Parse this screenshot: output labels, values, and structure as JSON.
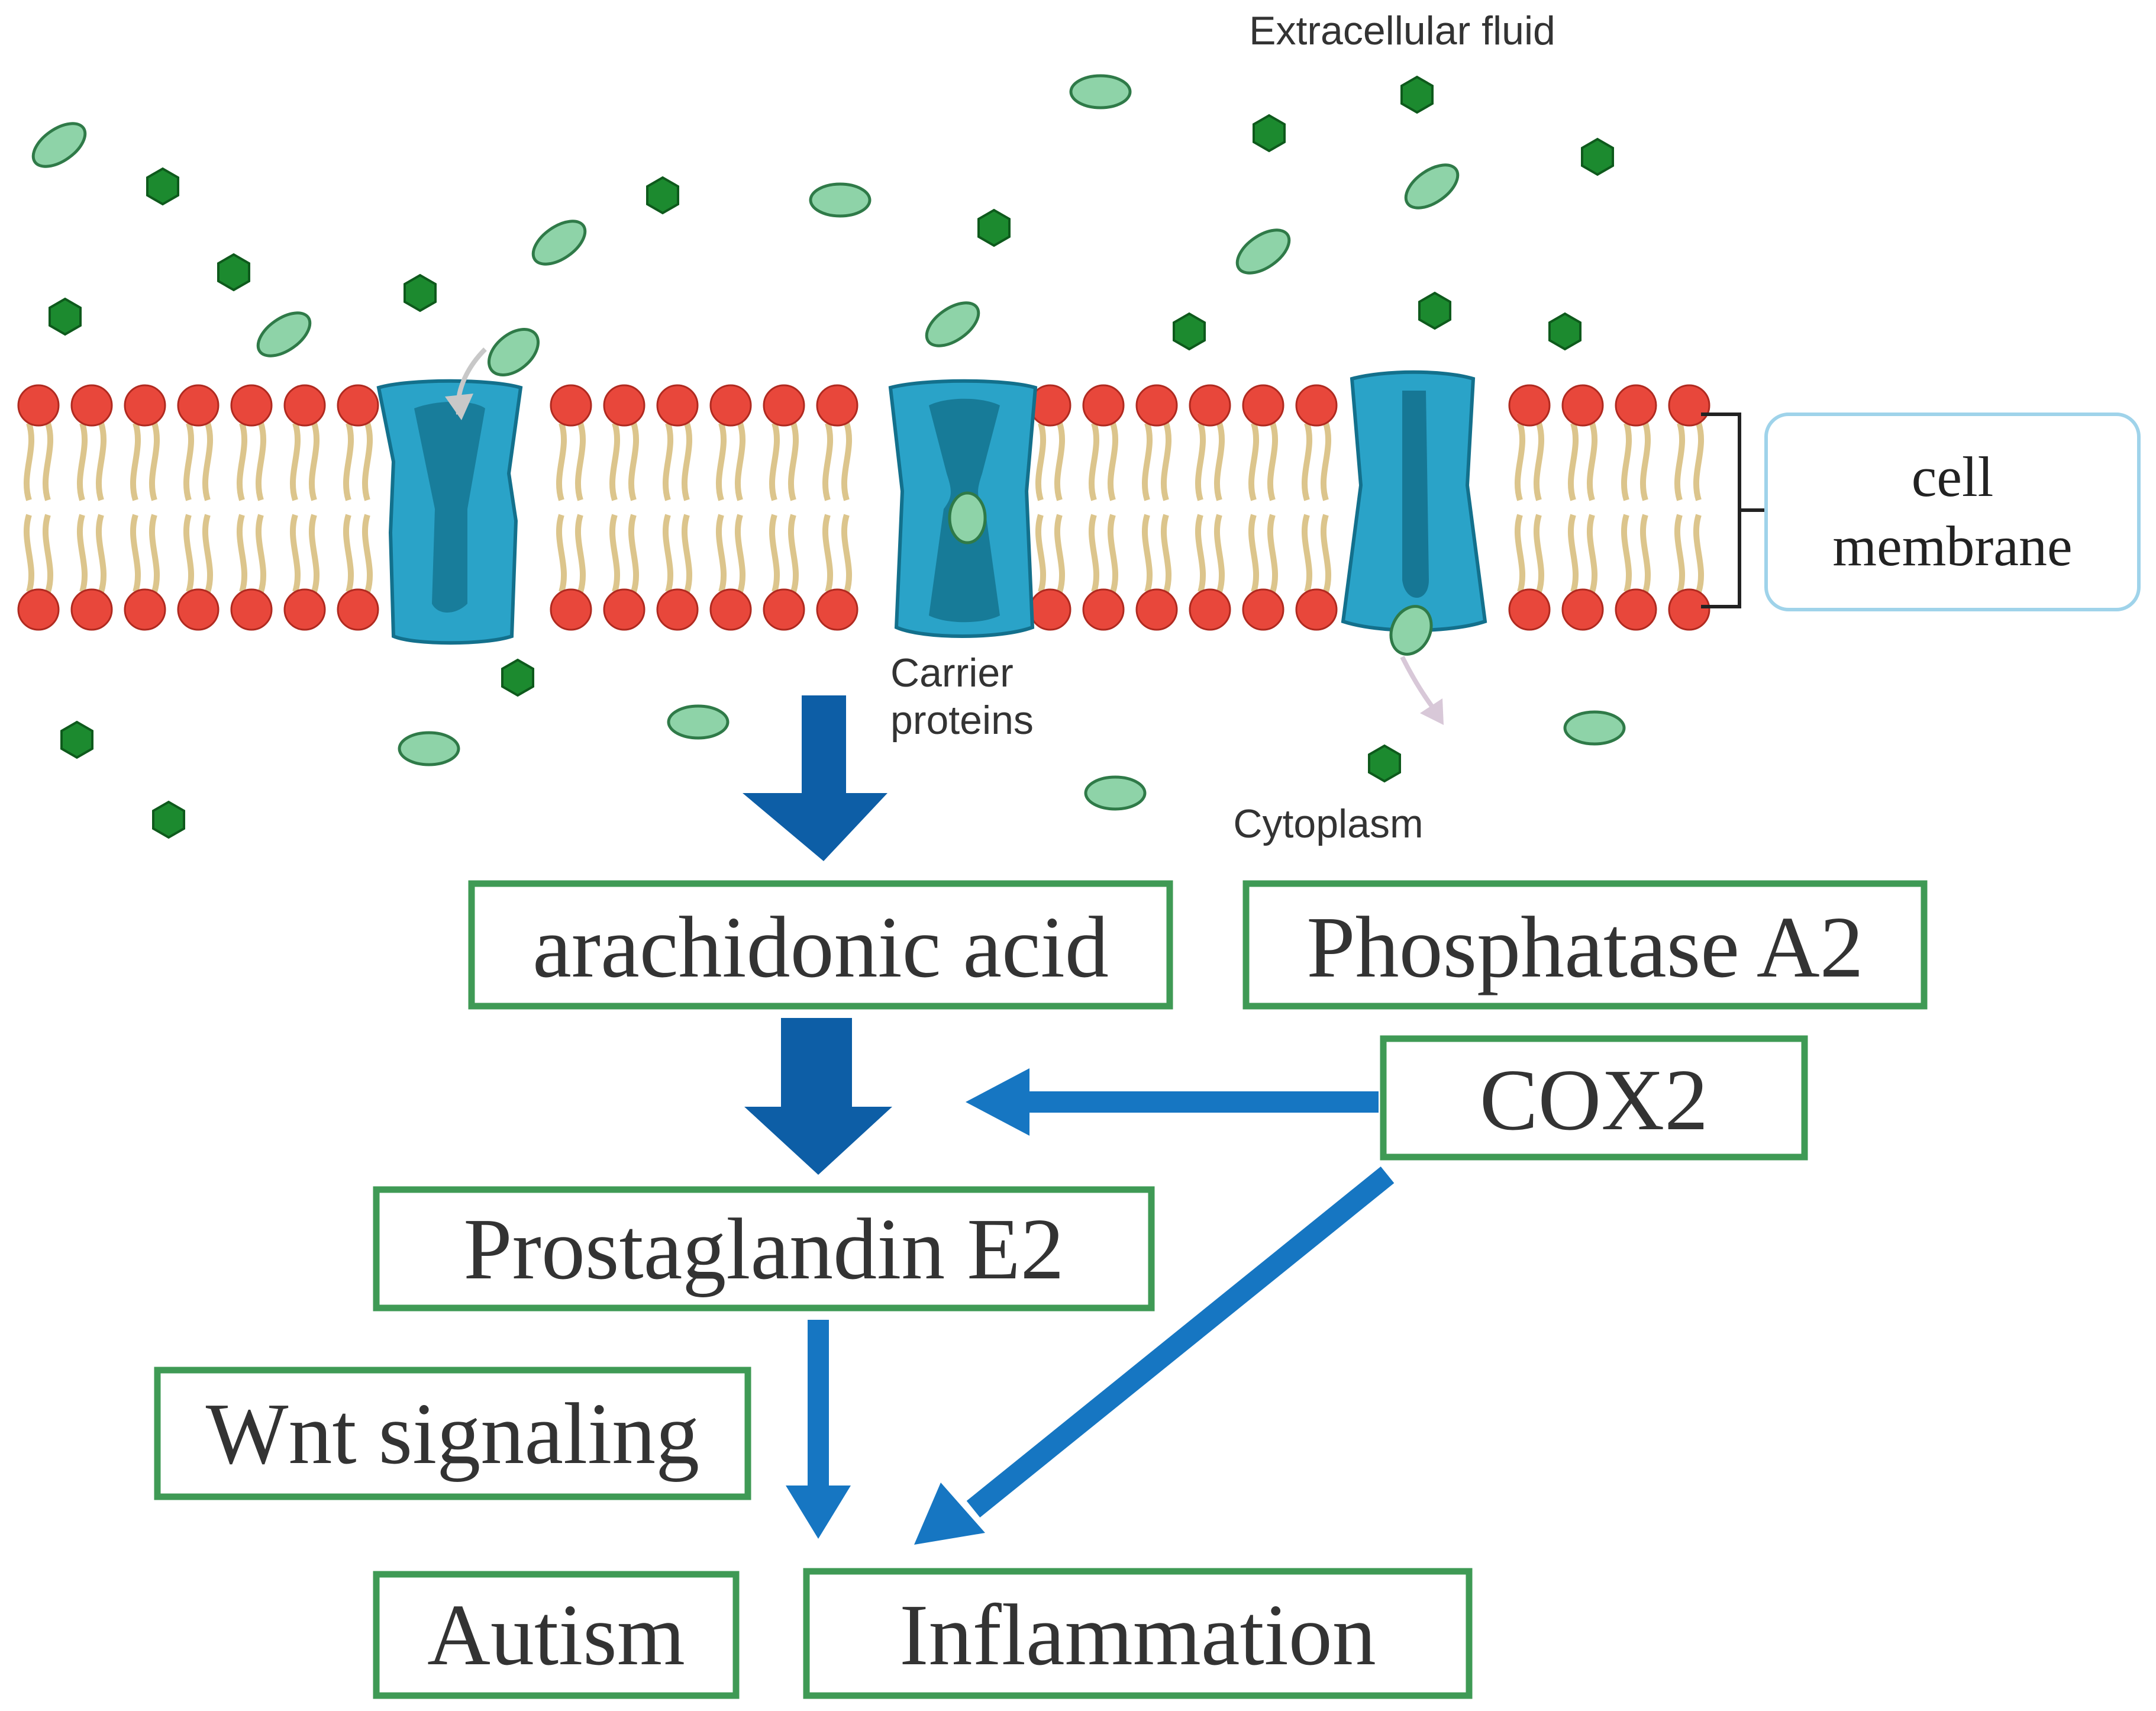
{
  "labels": {
    "extracellular_fluid": "Extracellular fluid",
    "cell_membrane_line1": "cell",
    "cell_membrane_line2": "membrane",
    "carrier_proteins_line1": "Carrier",
    "carrier_proteins_line2": "proteins",
    "cytoplasm": "Cytoplasm"
  },
  "boxes": {
    "arachidonic_acid": "arachidonic acid",
    "phosphatase_a2": "Phosphatase A2",
    "cox2": "COX2",
    "prostaglandin_e2": "Prostaglandin E2",
    "wnt_signaling": "Wnt signaling",
    "autism": "Autism",
    "inflammation": "Inflammation"
  },
  "colors": {
    "box_border": "#3f9a55",
    "box_text": "#333333",
    "arrow_dark": "#0d5ea6",
    "arrow_light": "#1676c2",
    "lipid_head": "#e8473b",
    "lipid_tail": "#dcc58c",
    "protein": "#2aa3c8",
    "protein_dark": "#13708c",
    "molecule_oval": "#8ed3a8",
    "molecule_hex": "#1c8a2f",
    "callout_border": "#9fd3ea"
  },
  "icons": [
    "lipid-bilayer-icon",
    "carrier-protein-icon",
    "hexagon-molecule-icon",
    "oval-molecule-icon"
  ]
}
